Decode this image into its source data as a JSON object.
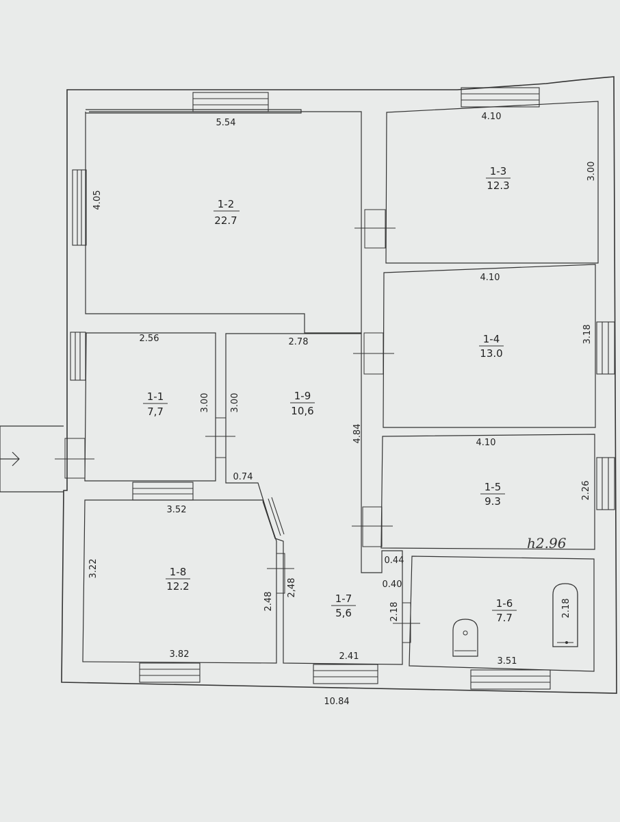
{
  "plan": {
    "rooms": [
      {
        "id": "1-1",
        "area": "7,7"
      },
      {
        "id": "1-2",
        "area": "22.7"
      },
      {
        "id": "1-3",
        "area": "12.3"
      },
      {
        "id": "1-4",
        "area": "13.0"
      },
      {
        "id": "1-5",
        "area": "9.3"
      },
      {
        "id": "1-6",
        "area": "7.7"
      },
      {
        "id": "1-7",
        "area": "5,6"
      },
      {
        "id": "1-8",
        "area": "12.2"
      },
      {
        "id": "1-9",
        "area": "10,6"
      }
    ],
    "dimensions": {
      "r2_top": "5.54",
      "r2_left": "4.05",
      "r3_top": "4.10",
      "r3_right": "3.00",
      "r4_top": "4.10",
      "r4_right": "3.18",
      "r5_top": "4.10",
      "r5_right": "2.26",
      "r1_top": "2.56",
      "r1_right": "3.00",
      "r9_top": "2.78",
      "r9_left": "3.00",
      "r9_right": "4.84",
      "r9_bottom": "0.74",
      "r8_top": "3.52",
      "r8_left": "3.22",
      "r8_right": "2.48",
      "r8_bottom": "3.82",
      "r7_left": "2,48",
      "r7_right": "2.18",
      "r7_bottom": "2.41",
      "niche_w": "0.40",
      "niche_d": "0.44",
      "r6_bottom": "3.51",
      "bath_len": "2.18",
      "overall_width": "10.84"
    },
    "height_note": "h2.96"
  }
}
